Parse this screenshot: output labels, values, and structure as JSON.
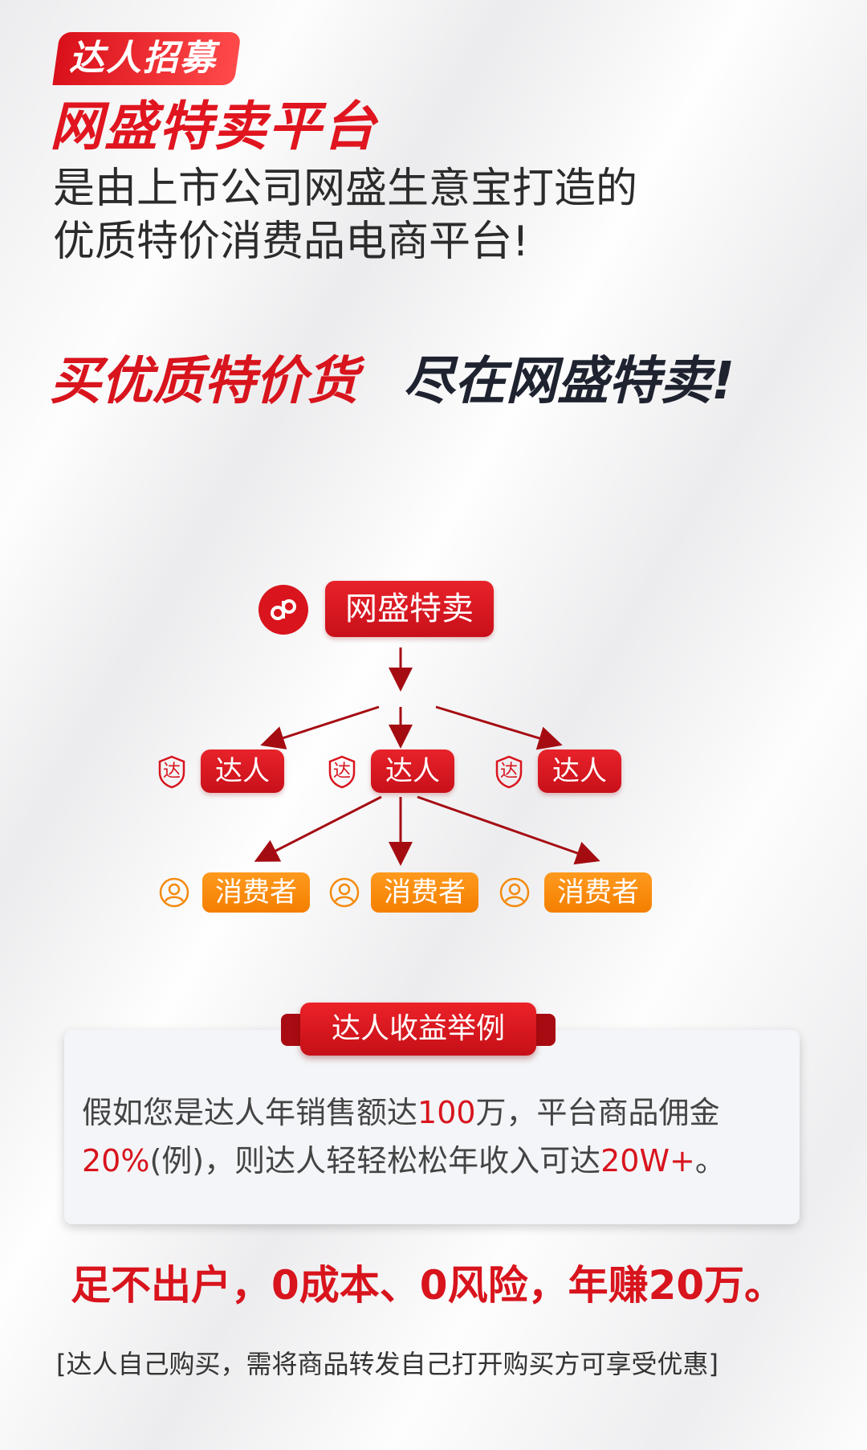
{
  "header": {
    "tag_label": "达人招募",
    "brand": "网盛特卖平台",
    "intro_lines": [
      "是由上市公司网盛生意宝打造的",
      "优质特价消费品电商平台!"
    ]
  },
  "slogan": {
    "part1": "买优质特价货",
    "part2": "尽在网盛特卖!"
  },
  "diagram": {
    "top": {
      "label": "网盛特卖",
      "icon": "mini-program-icon"
    },
    "middle": [
      {
        "label": "达人",
        "badge": "达"
      },
      {
        "label": "达人",
        "badge": "达"
      },
      {
        "label": "达人",
        "badge": "达"
      }
    ],
    "bottom": [
      {
        "label": "消费者",
        "icon": "person-icon"
      },
      {
        "label": "消费者",
        "icon": "person-icon"
      },
      {
        "label": "消费者",
        "icon": "person-icon"
      }
    ],
    "colors": {
      "red": "#d9141d",
      "orange": "#f48a0c"
    }
  },
  "earnings": {
    "title": "达人收益举例",
    "t1": "假如您是达人年销售额达",
    "v1": "100",
    "t2": "万，平台商品佣金",
    "v2": "20%",
    "t3": "(例)，则达人轻轻松松年收入可达",
    "v3": "20W+",
    "t4": "。"
  },
  "bottom": {
    "p1": "足不出户，",
    "p2": "0成本、0风险，",
    "p3": "年赚20万。",
    "note": "[达人自己购买，需将商品转发自己打开购买方可享受优惠]"
  }
}
